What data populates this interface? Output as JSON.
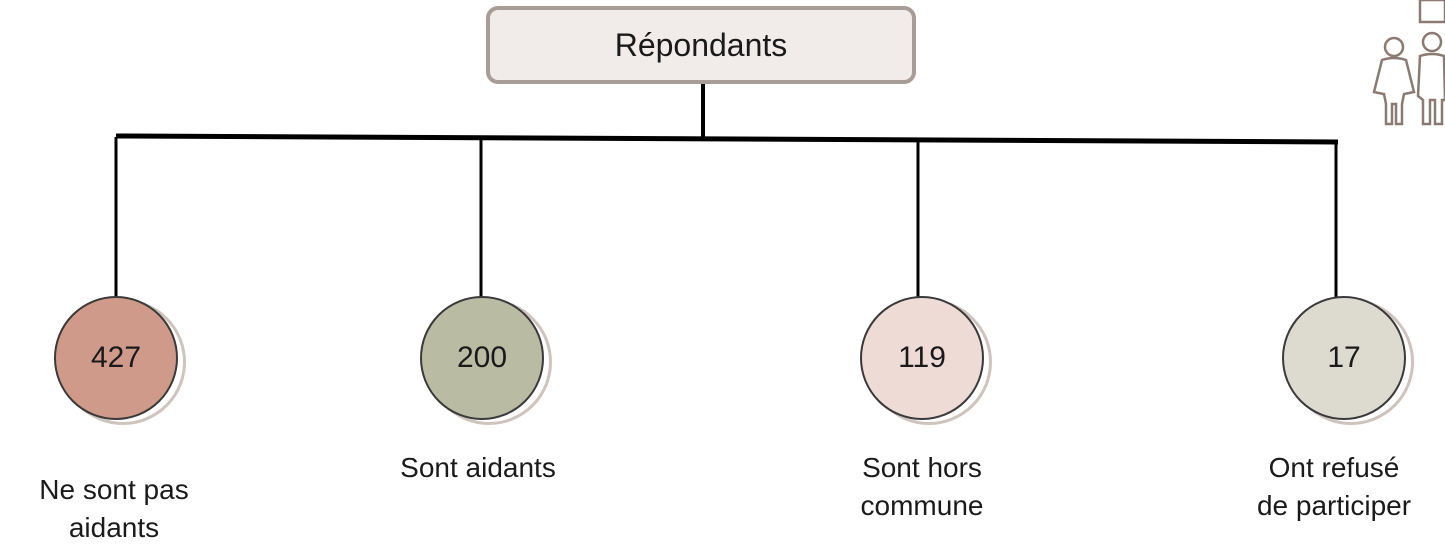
{
  "root": {
    "label": "Répondants"
  },
  "nodes": [
    {
      "value": "427",
      "label_lines": [
        "Ne sont pas",
        "aidants"
      ],
      "color": "#cf9a8a"
    },
    {
      "value": "200",
      "label_lines": [
        "Sont aidants"
      ],
      "color": "#b9bca3"
    },
    {
      "value": "119",
      "label_lines": [
        "Sont hors",
        "commune"
      ],
      "color": "#eedbd6"
    },
    {
      "value": "17",
      "label_lines": [
        "Ont refusé",
        "de participer"
      ],
      "color": "#dddbd0"
    }
  ],
  "colors": {
    "box_fill": "#f1ebea",
    "box_border": "#a89c96",
    "line": "#000000"
  },
  "icon": "people-icon"
}
